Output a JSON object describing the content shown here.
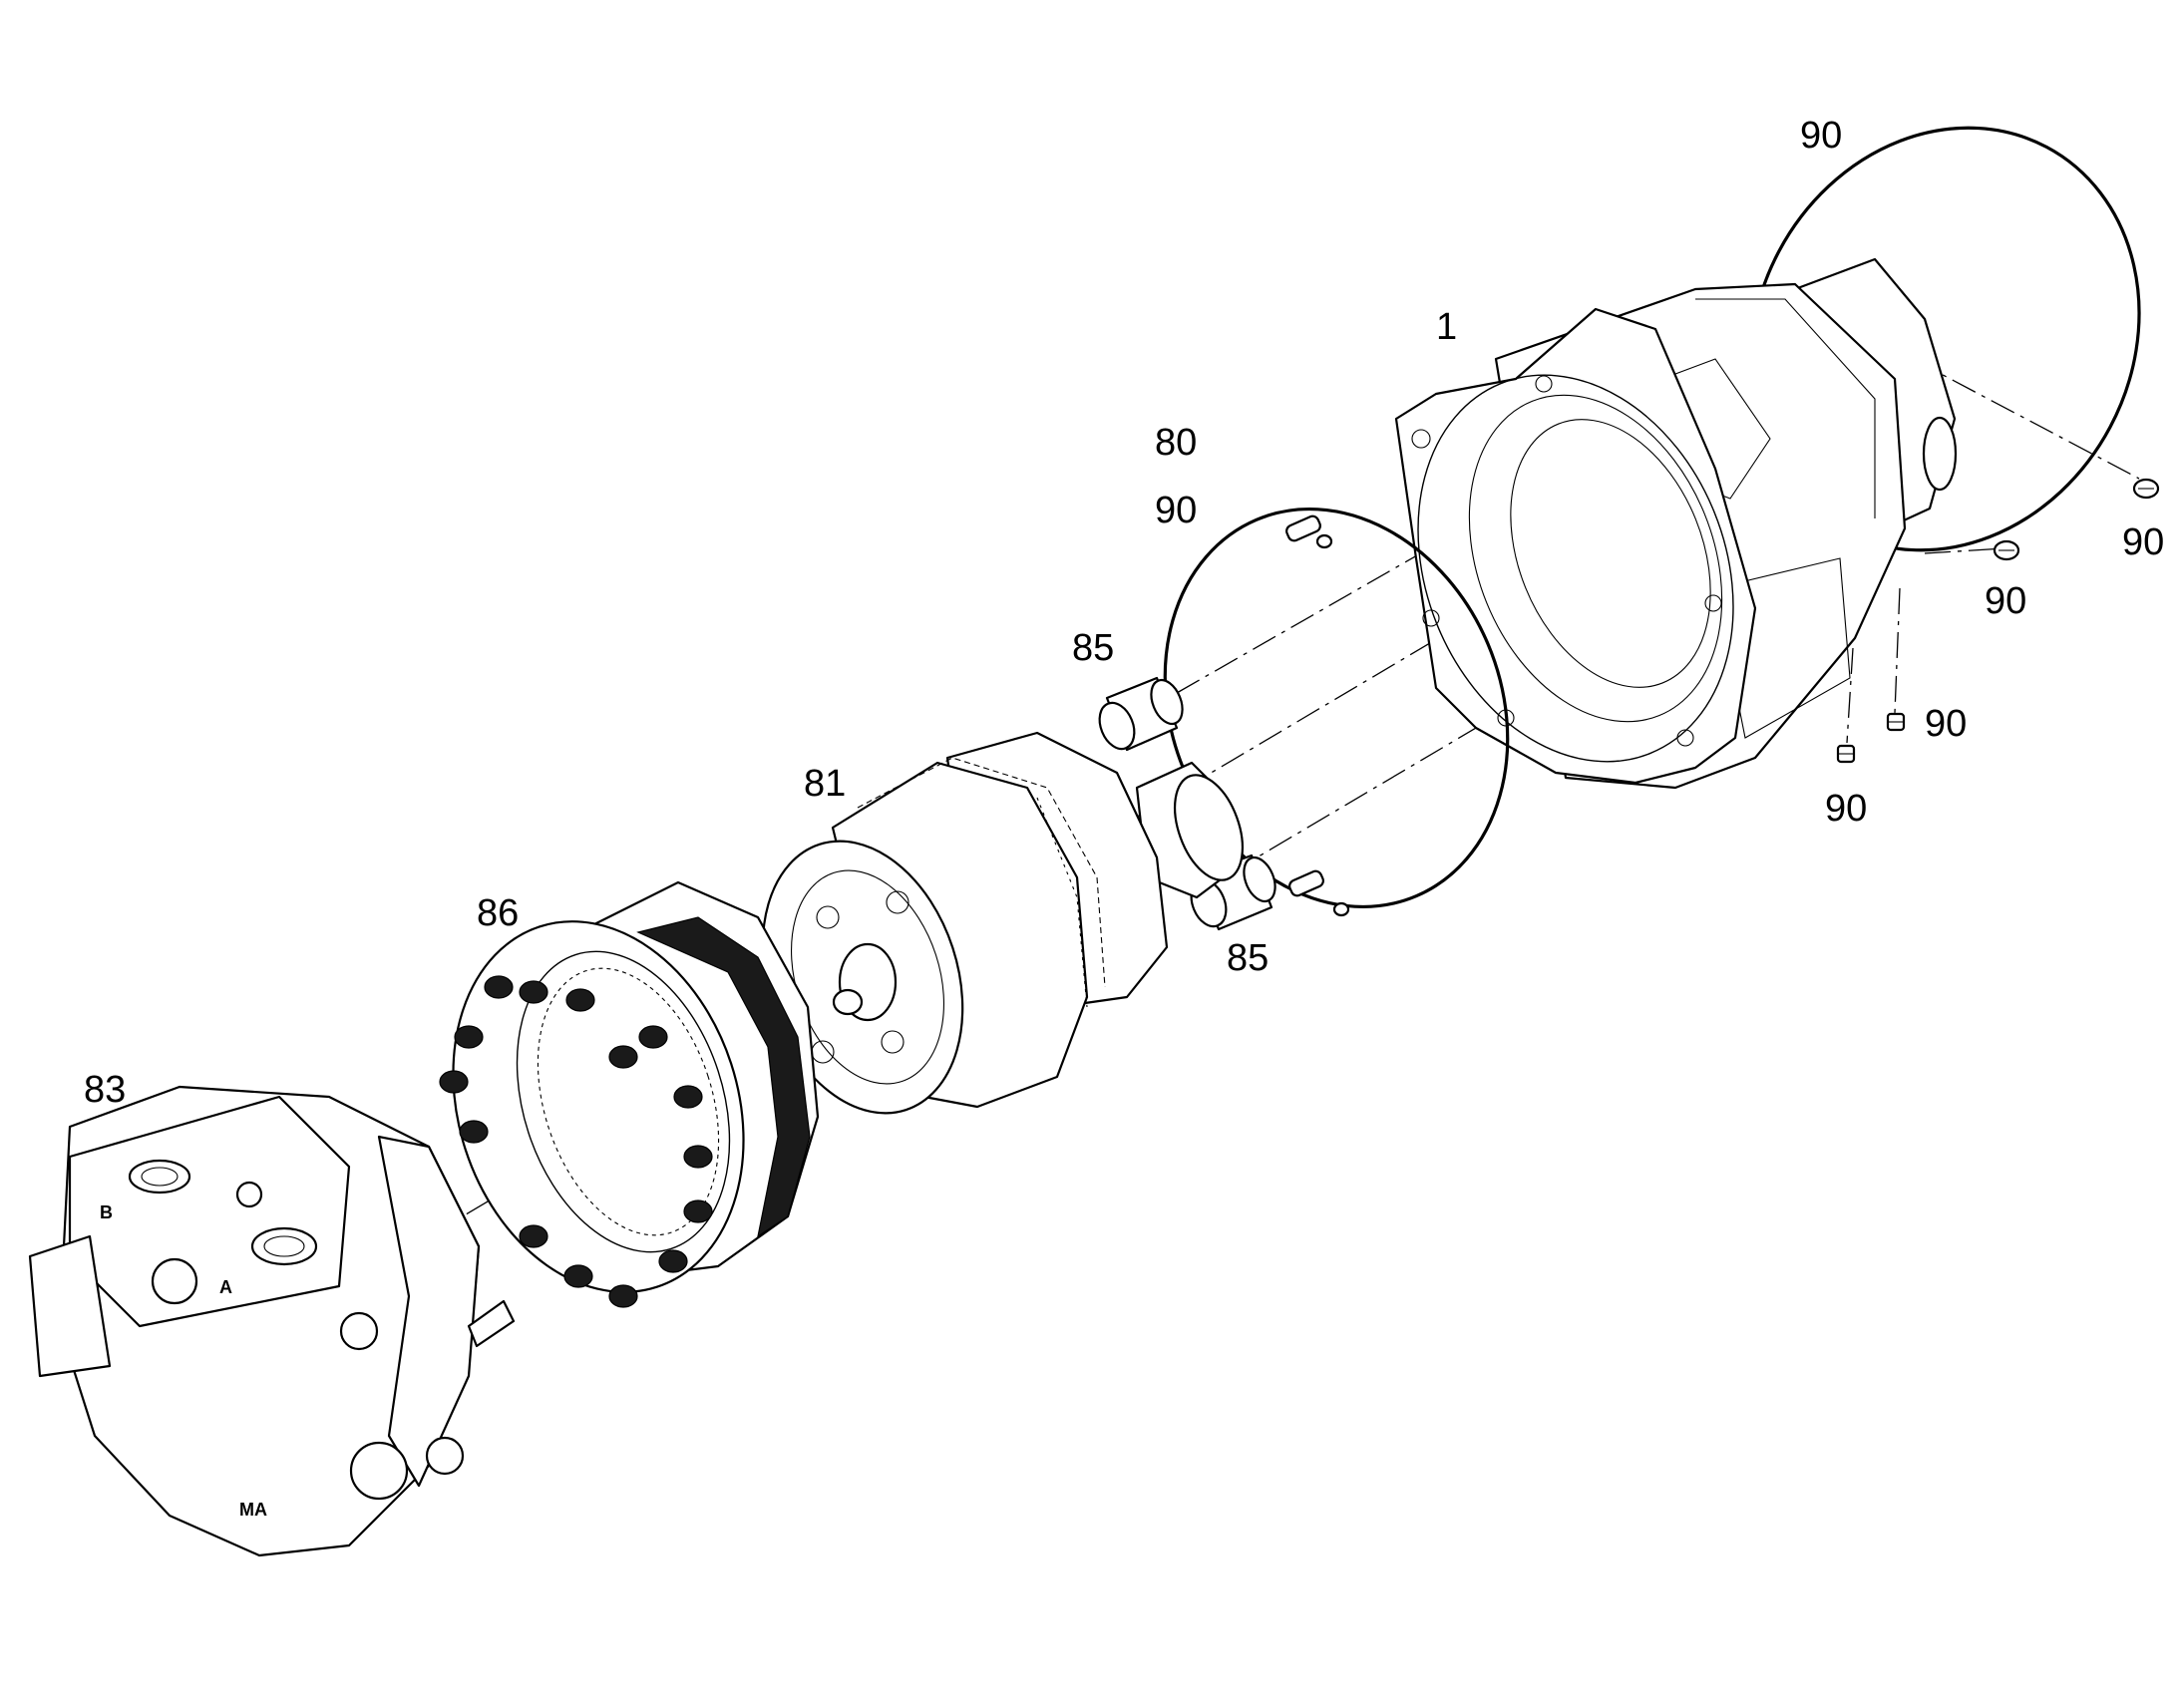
{
  "diagram": {
    "callouts": [
      {
        "id": "c-90-top",
        "text": "90"
      },
      {
        "id": "c-1",
        "text": "1"
      },
      {
        "id": "c-80",
        "text": "80"
      },
      {
        "id": "c-90-left",
        "text": "90"
      },
      {
        "id": "c-90-r1",
        "text": "90"
      },
      {
        "id": "c-90-r2",
        "text": "90"
      },
      {
        "id": "c-90-r3",
        "text": "90"
      },
      {
        "id": "c-90-r4",
        "text": "90"
      },
      {
        "id": "c-85-top",
        "text": "85"
      },
      {
        "id": "c-81",
        "text": "81"
      },
      {
        "id": "c-85-bottom",
        "text": "85"
      },
      {
        "id": "c-86",
        "text": "86"
      },
      {
        "id": "c-83",
        "text": "83"
      }
    ],
    "port_marks": {
      "b": "B",
      "a": "A",
      "ma": "MA"
    }
  }
}
